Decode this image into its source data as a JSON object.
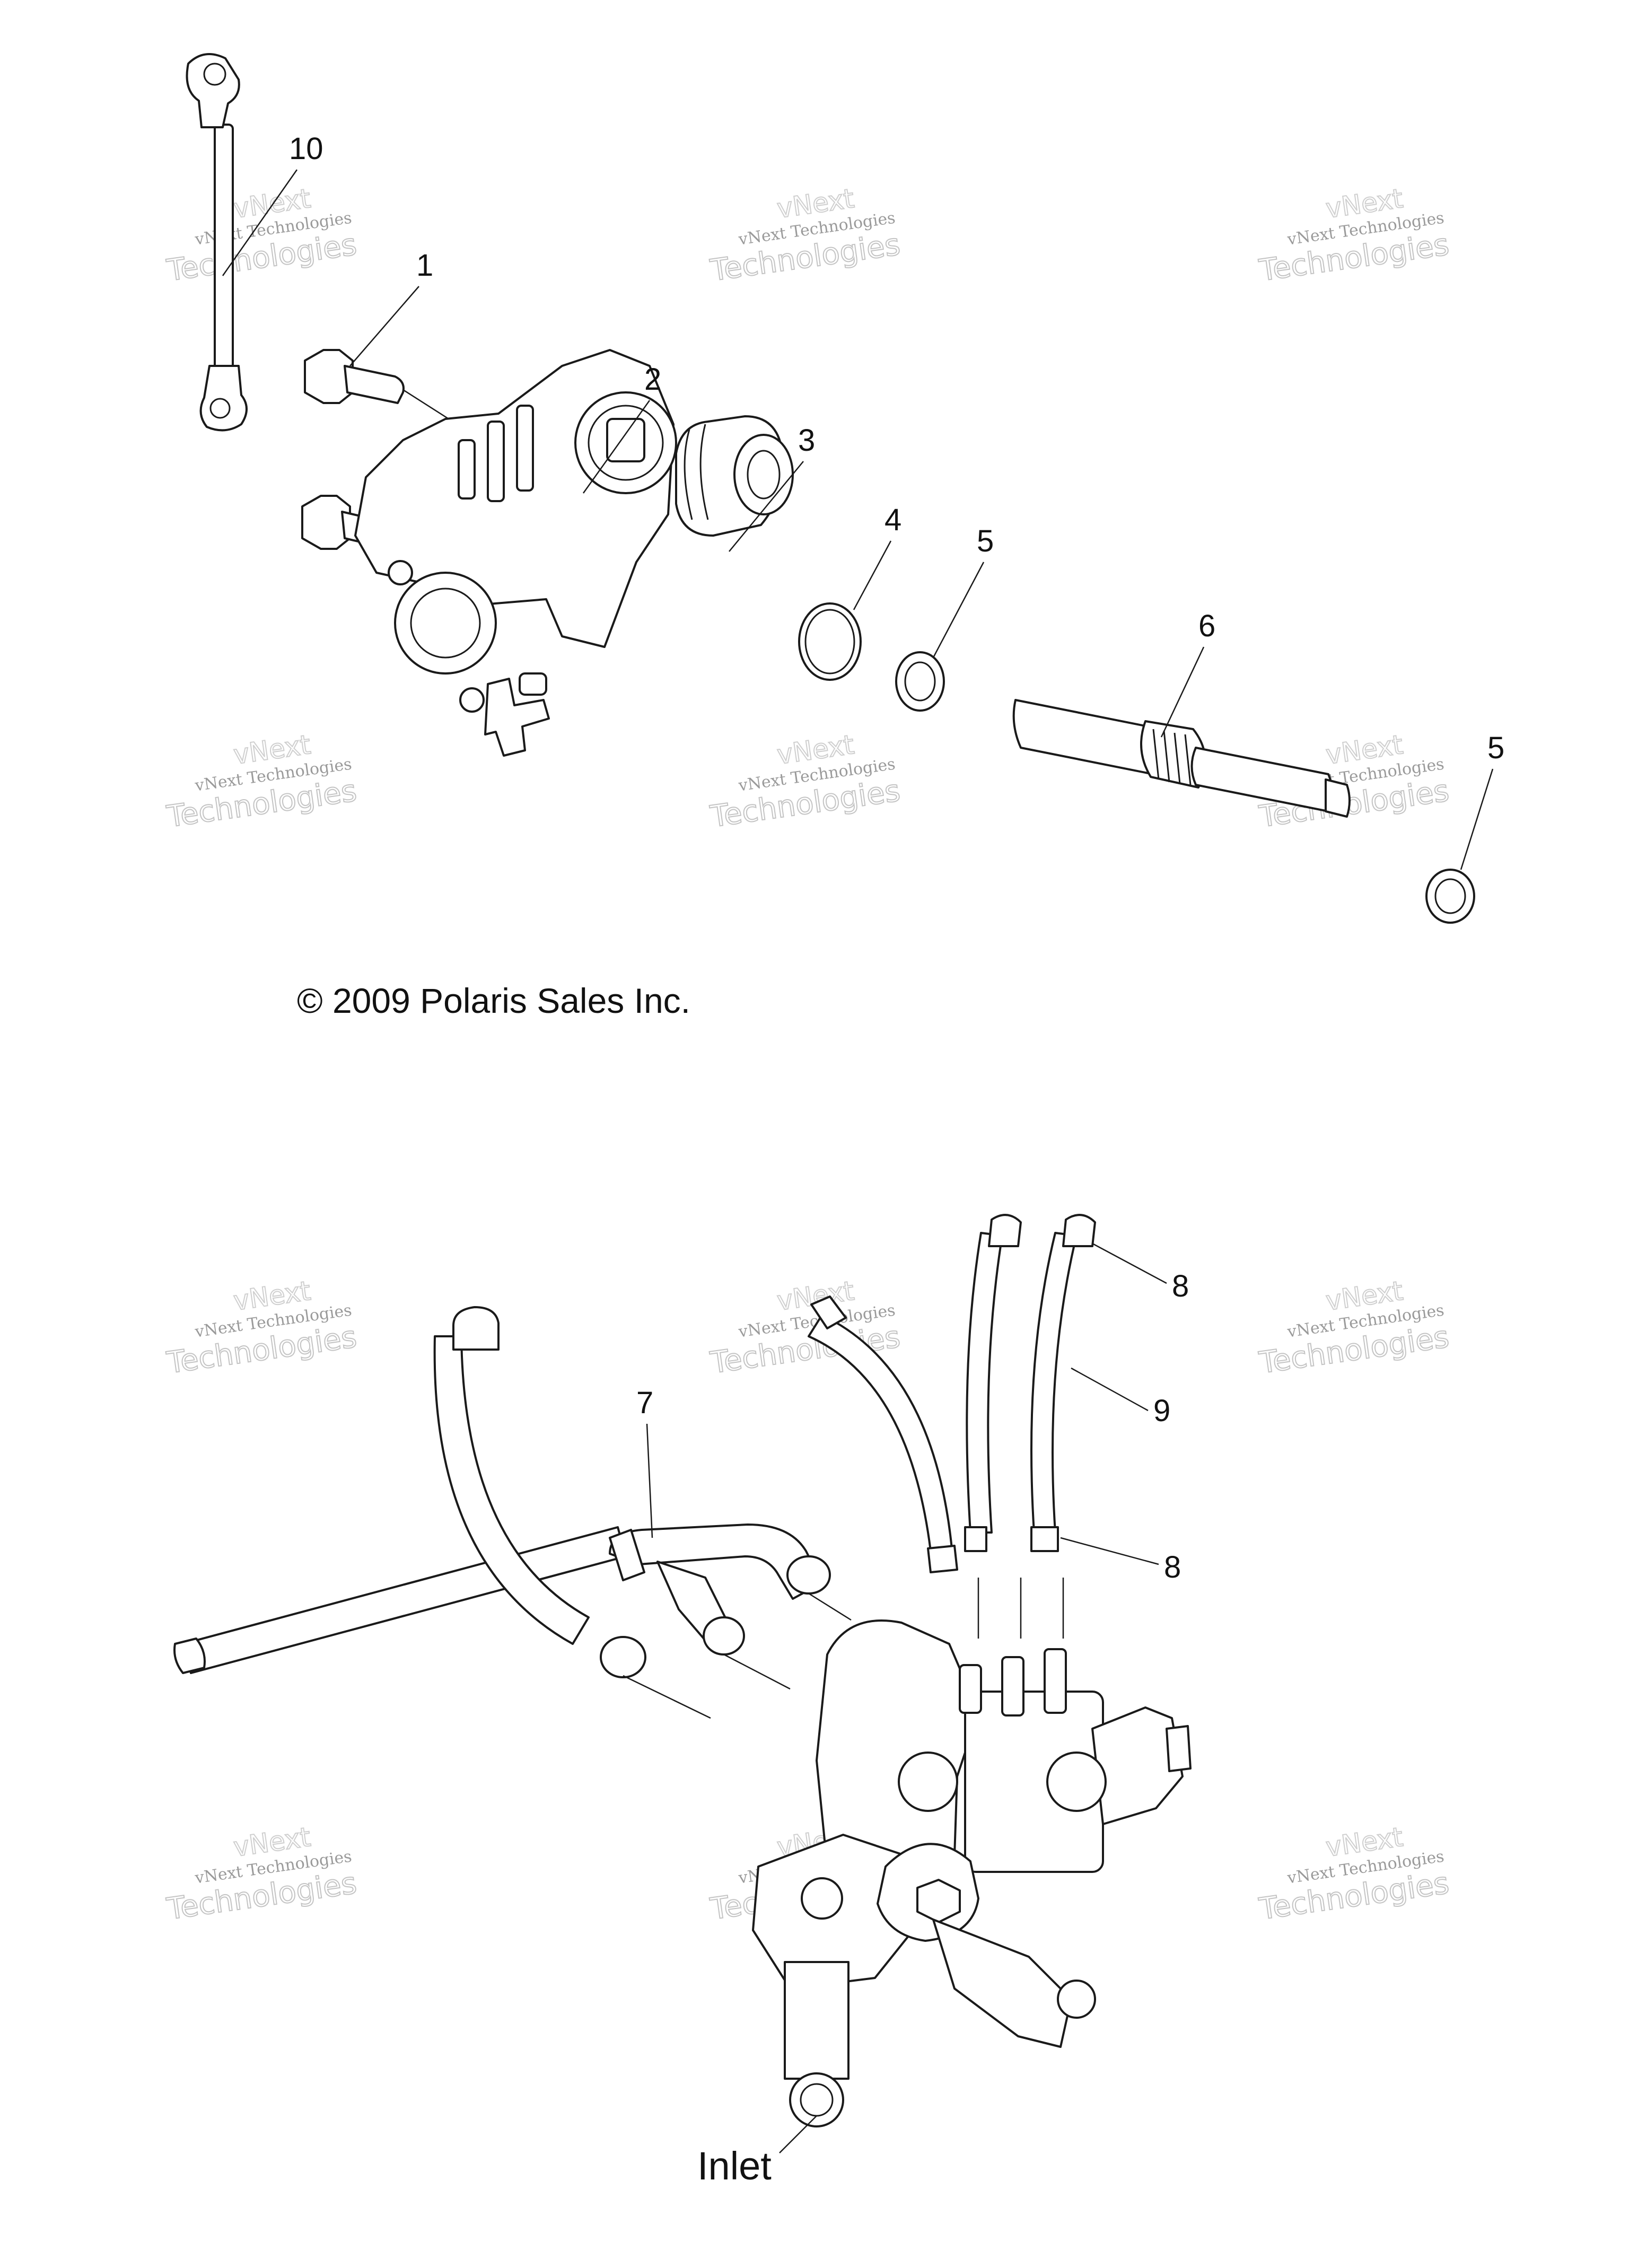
{
  "diagram": {
    "copyright": "© 2009 Polaris Sales Inc.",
    "inlet_label": "Inlet",
    "callouts": [
      "10",
      "1",
      "2",
      "3",
      "4",
      "5",
      "6",
      "5",
      "8",
      "9",
      "8",
      "7"
    ],
    "watermark": {
      "line0": "vNext",
      "line1": "vNext Technologies",
      "line2": "Technologies"
    }
  }
}
